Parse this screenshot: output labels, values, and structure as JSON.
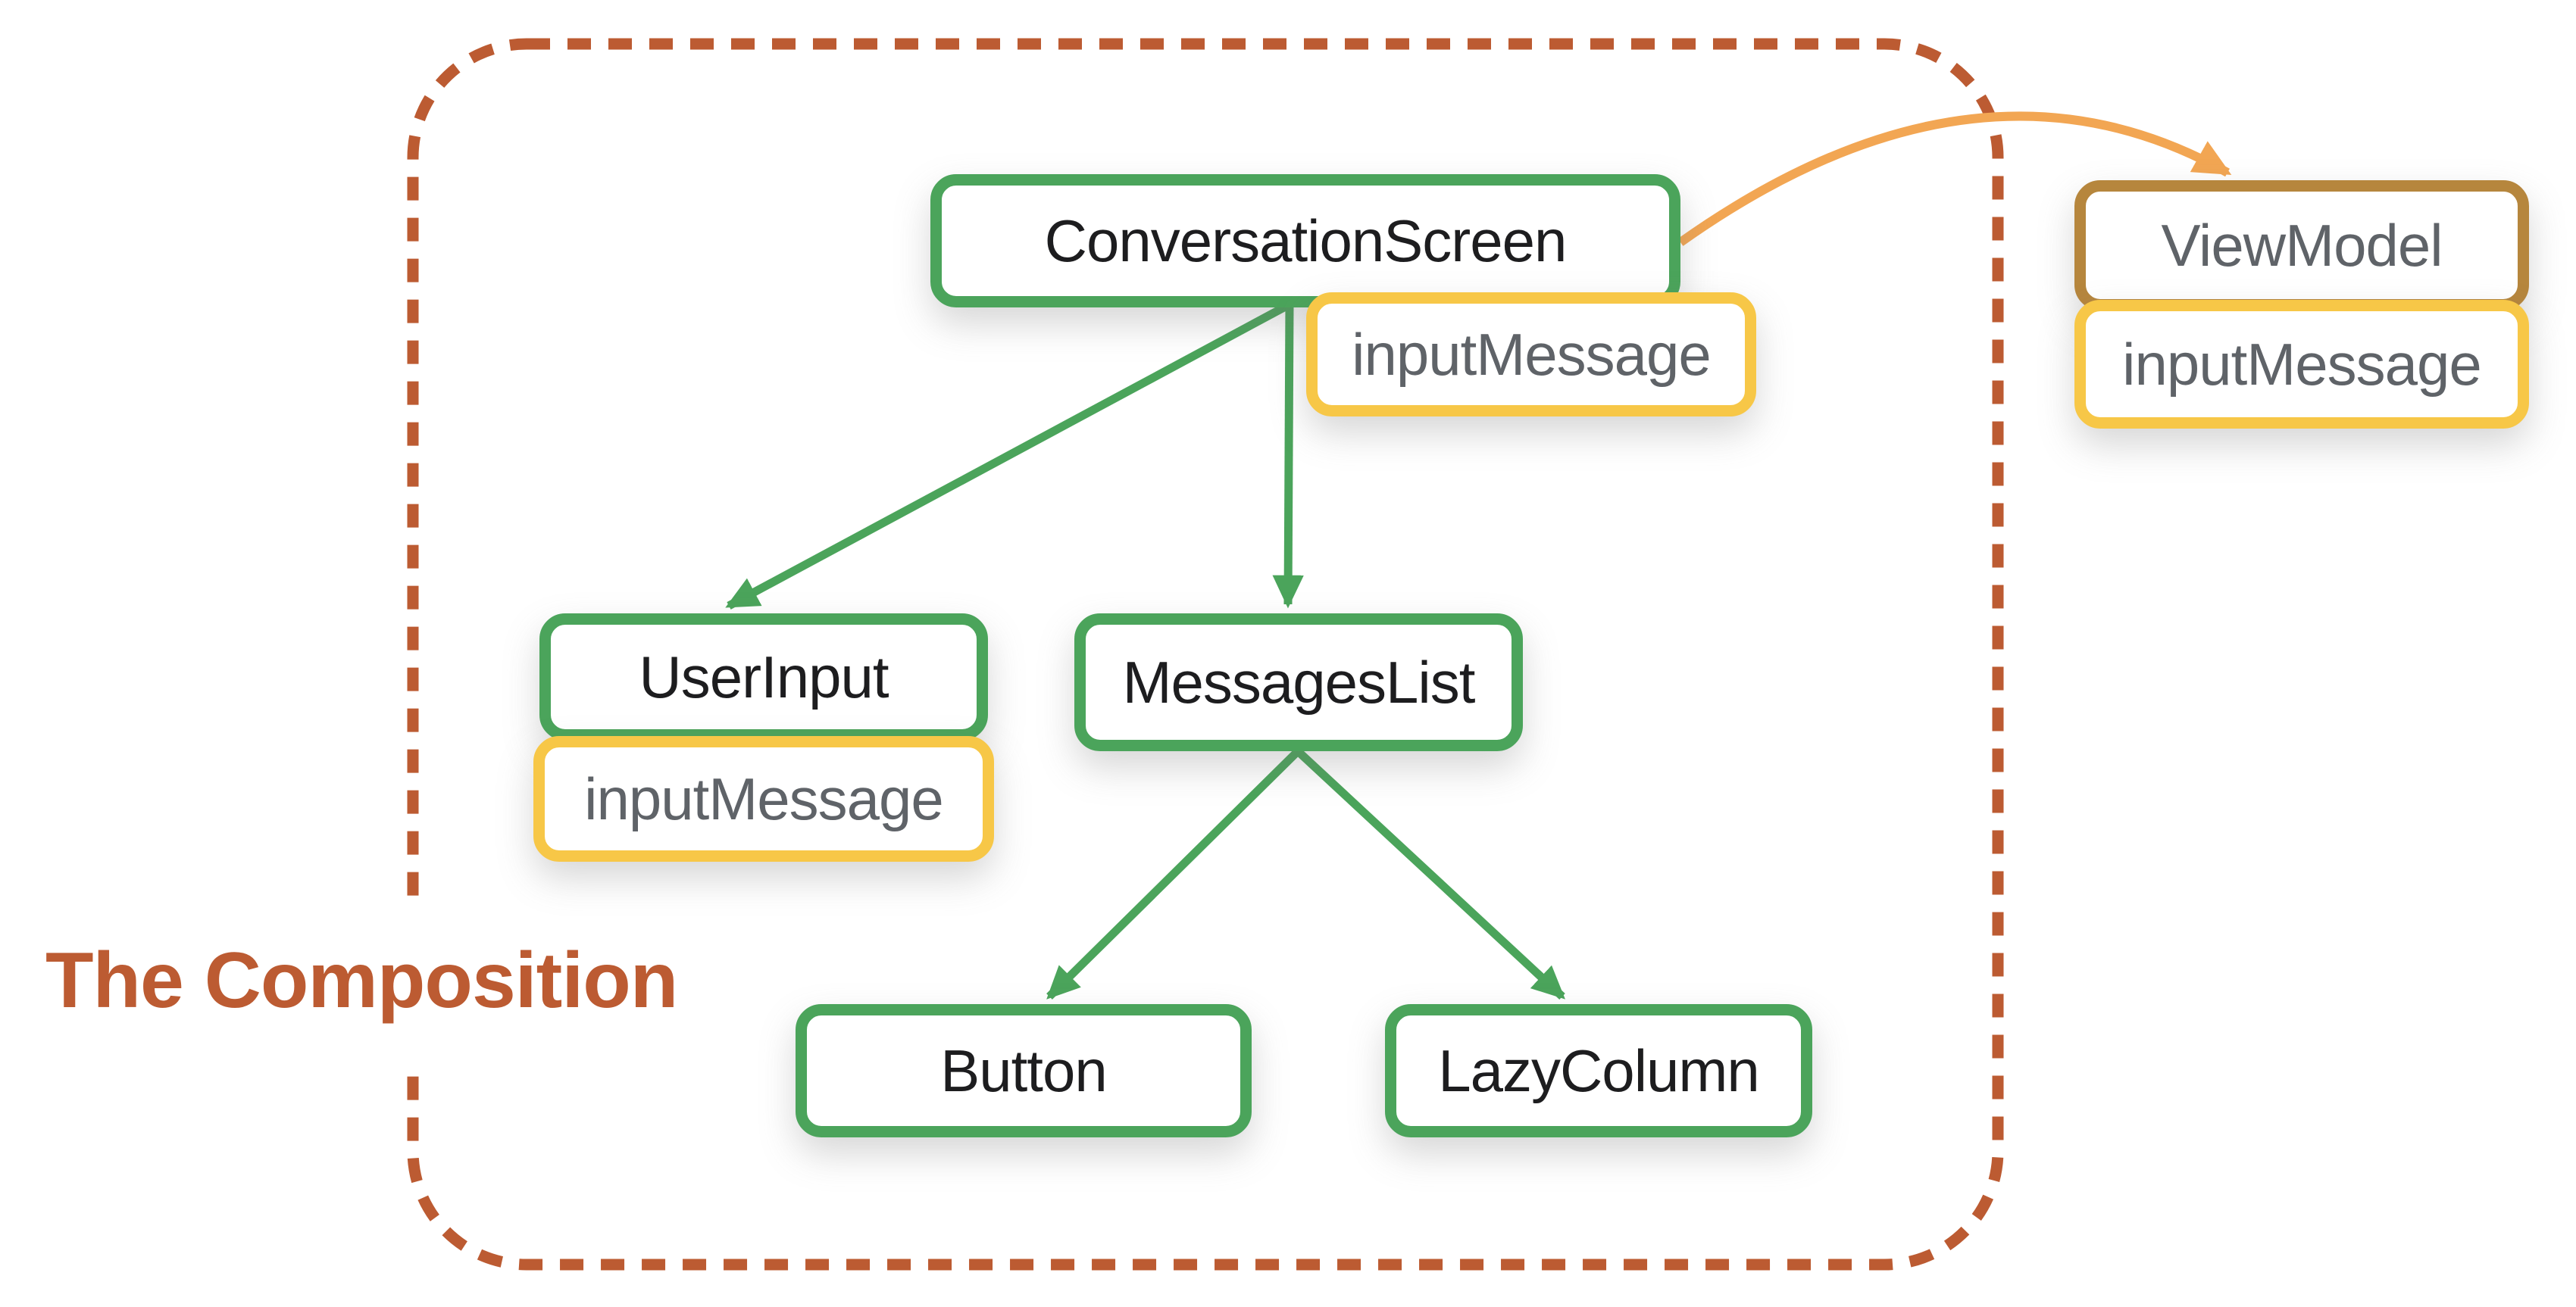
{
  "caption": {
    "text": "The Composition"
  },
  "colors": {
    "composable_border_green": "#4BA45B",
    "state_border_yellow": "#F7C747",
    "viewmodel_border_brown": "#B6863D",
    "arrow_orange": "#F2A653",
    "boundary_dash_rust": "#BC5B32",
    "caption_text": "#BC5B32",
    "node_label_text": "#1D1D1F",
    "state_label_text": "#5F6368",
    "background": "#FFFFFF"
  },
  "nodes": {
    "conversationScreen": {
      "label": "ConversationScreen"
    },
    "conversationScreenState": {
      "label": "inputMessage"
    },
    "userInput": {
      "label": "UserInput"
    },
    "userInputState": {
      "label": "inputMessage"
    },
    "messagesList": {
      "label": "MessagesList"
    },
    "button": {
      "label": "Button"
    },
    "lazyColumn": {
      "label": "LazyColumn"
    },
    "viewModel": {
      "label": "ViewModel"
    },
    "viewModelState": {
      "label": "inputMessage"
    }
  }
}
